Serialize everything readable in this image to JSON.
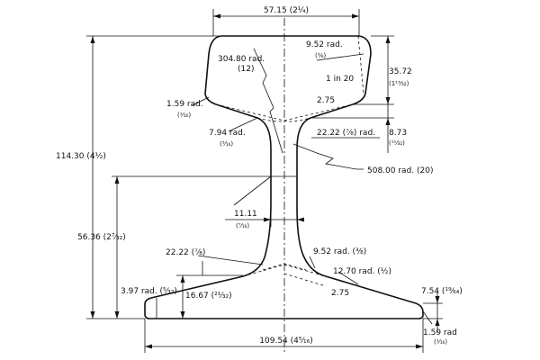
{
  "labels": {
    "top_width": "57.15 (2¼)",
    "head_side_radius": "9.52 rad.",
    "head_side_radius_frac": "(⅜)",
    "crown_radius": "304.80 rad.",
    "crown_radius_sub": "(12)",
    "head_depth": "35.72",
    "head_depth_frac": "(1¹³⁄₃₂)",
    "slope": "1 in 20",
    "head_corner_radius": "1.59 rad.",
    "head_corner_radius_frac": "(¹⁄₁₆)",
    "under_head_step": "2.75",
    "fish_radius_head": "7.94 rad.",
    "fish_radius_head_frac": "(⁵⁄₁₆)",
    "web_head_radius": "22.22 (⅞) rad.",
    "under_head_depth": "8.73",
    "under_head_depth_frac": "(¹¹⁄₃₂)",
    "web_radius": "508.00 rad. (20)",
    "total_height": "114.30 (4½)",
    "web_thickness": "11.11",
    "web_thickness_frac": "(⁷⁄₁₆)",
    "neutral_height": "56.36 (2⁷⁄₃₂)",
    "foot_web_radius": "22.22 (⅞)",
    "foot_fillet_radius": "9.52 rad. (⅜)",
    "foot_radius": "12.70 rad. (½)",
    "foot_edge_depth": "3.97 rad. (⁵⁄₃₂)",
    "foot_flange_height": "16.67 (²¹⁄₃₂)",
    "foot_step": "2.75",
    "foot_toe_thickness": "7.54 (¹⁹⁄₆₄)",
    "foot_toe_radius": "1.59 rad",
    "foot_toe_radius_frac": "(¹⁄₁₆)",
    "base_width": "109.54 (4⁵⁄₁₆)"
  }
}
